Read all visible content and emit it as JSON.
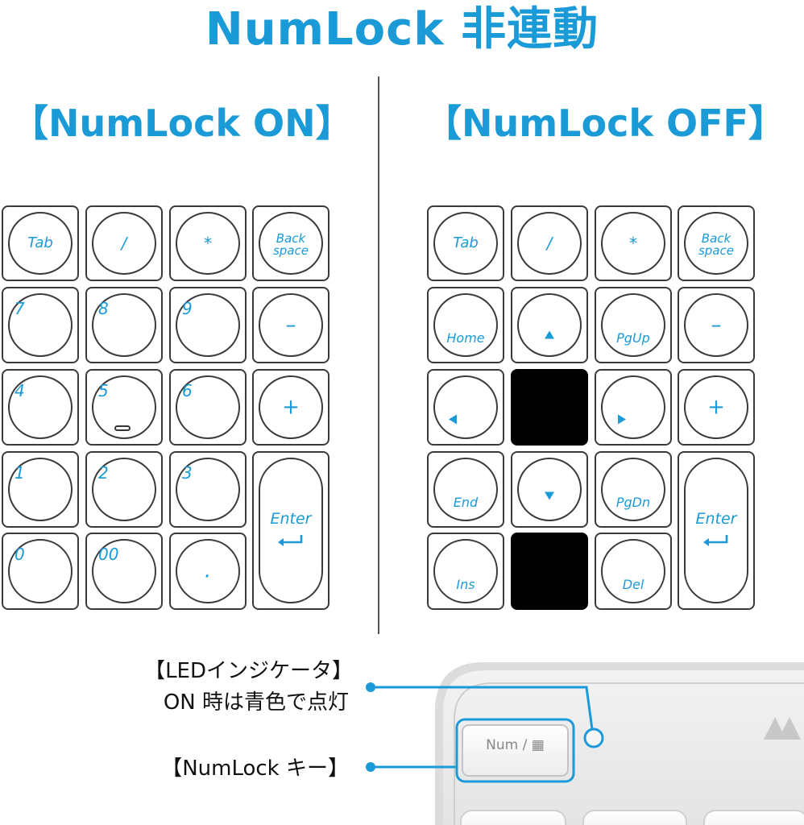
{
  "colors": {
    "accent": "#1a9ad6",
    "line": "#3a3a3a",
    "blank": "#000000"
  },
  "title": "NumLock 非連動",
  "on": {
    "heading": "【NumLock ON】",
    "keys": [
      {
        "label": "Tab"
      },
      {
        "label": "/"
      },
      {
        "label": "*"
      },
      {
        "label_line1": "Back",
        "label_line2": "space"
      },
      {
        "label": "7"
      },
      {
        "label": "8"
      },
      {
        "label": "9"
      },
      {
        "label": "–"
      },
      {
        "label": "4"
      },
      {
        "label": "5"
      },
      {
        "label": "6"
      },
      {
        "label": "+"
      },
      {
        "label": "1"
      },
      {
        "label": "2"
      },
      {
        "label": "3"
      },
      {
        "label": "Enter"
      },
      {
        "label": "0"
      },
      {
        "label": "00"
      },
      {
        "label": "."
      }
    ]
  },
  "off": {
    "heading": "【NumLock OFF】",
    "keys": [
      {
        "label": "Tab"
      },
      {
        "label": "/"
      },
      {
        "label": "*"
      },
      {
        "label_line1": "Back",
        "label_line2": "space"
      },
      {
        "label": "Home"
      },
      {
        "icon": "arrow-up-icon"
      },
      {
        "label": "PgUp"
      },
      {
        "label": "–"
      },
      {
        "icon": "arrow-left-icon"
      },
      {
        "blank": true
      },
      {
        "icon": "arrow-right-icon"
      },
      {
        "label": "+"
      },
      {
        "label": "End"
      },
      {
        "icon": "arrow-down-icon"
      },
      {
        "label": "PgDn"
      },
      {
        "label": "Enter"
      },
      {
        "label": "Ins"
      },
      {
        "blank": true
      },
      {
        "label": "Del"
      }
    ]
  },
  "callouts": {
    "led_line1": "【LEDインジケータ】",
    "led_line2": "ON 時は青色で点灯",
    "numlock_key": "【NumLock キー】"
  },
  "device": {
    "num_key_label": "Num / ▦"
  }
}
